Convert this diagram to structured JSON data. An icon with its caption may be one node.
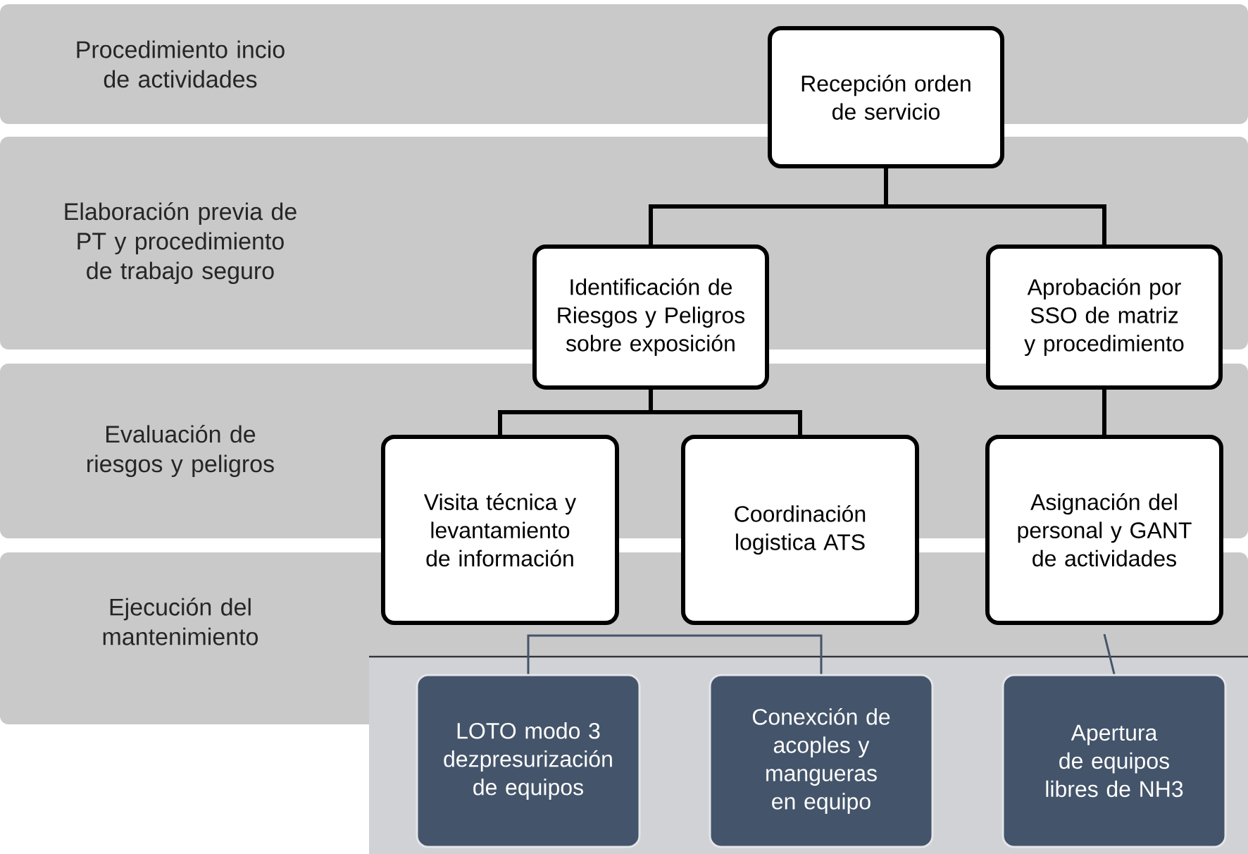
{
  "diagram": {
    "nodes": [
      {
        "text": [
          "Recepción orden de servicio"
        ]
      },
      {
        "text": [
          "Identificación de Riesgos y Peligros sobre exposición"
        ]
      },
      {
        "text": [
          "Aprobación por SSO de matriz y procedimiento"
        ]
      },
      {
        "text": [
          "Visita técnica y levantamiento de información"
        ]
      },
      {
        "text": [
          "Coordinación logistica ATS"
        ]
      },
      {
        "text": [
          "Asignación del personal y GANT de actividades"
        ]
      },
      {
        "text": [
          "LOTO modo 3 dezpresurización de equipos"
        ]
      },
      {
        "text": [
          "Conexción de acoples y mangueras en equipo"
        ]
      },
      {
        "text": [
          "Apertura de equipos libres de NH3"
        ]
      }
    ],
    "edges": [
      {
        "from": 0,
        "to": 1,
        "arrow": "none"
      },
      {
        "from": 0,
        "to": 2,
        "arrow": "none"
      },
      {
        "from": 1,
        "to": 3,
        "arrow": "none"
      },
      {
        "from": 1,
        "to": 4,
        "arrow": "none"
      },
      {
        "from": 2,
        "to": 5,
        "arrow": "none"
      },
      {
        "from": 6,
        "to": 7,
        "arrow": "none",
        "color": "#44546a"
      },
      {
        "from": 5,
        "to": 8,
        "arrow": "none",
        "color": "#44546a"
      }
    ],
    "labels": [
      "Procedimiento incio de actividades",
      "Elaboración previa de PT y procedimiento de trabajo seguro",
      "Evaluación de riesgos y peligros",
      "Ejecución del mantenimiento"
    ]
  }
}
